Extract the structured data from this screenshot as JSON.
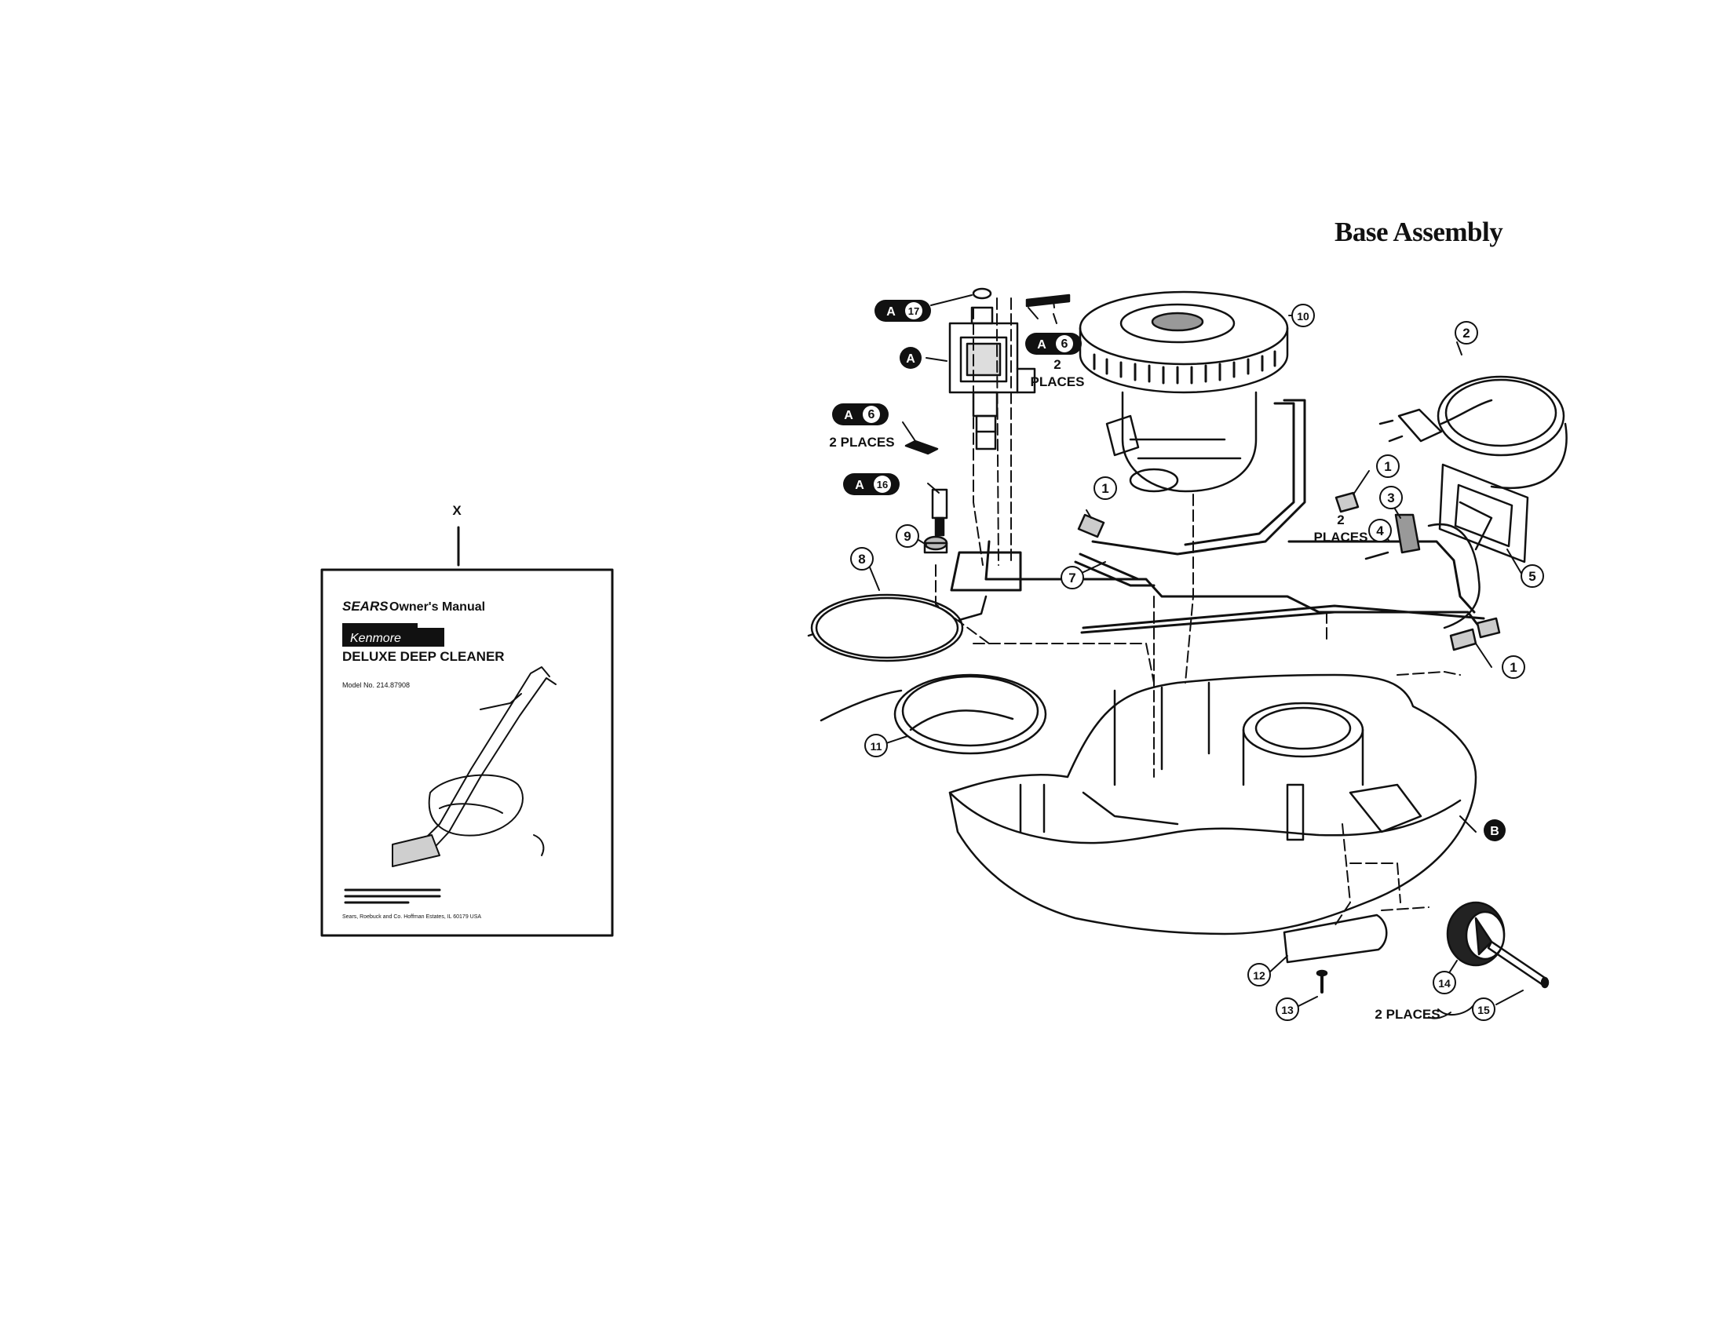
{
  "title": "Base Assembly",
  "manual_item": {
    "label": "X",
    "brand": "SEARS",
    "doc_title": "Owner's Manual",
    "logo": "Kenmore",
    "product": "DELUXE DEEP CLEANER",
    "model": "Model No. 214.87908",
    "address": "Sears, Roebuck and Co. Hoffman Estates, IL 60179 USA"
  },
  "callouts": [
    {
      "id": "c1a",
      "num": "1"
    },
    {
      "id": "c1b",
      "num": "1"
    },
    {
      "id": "c1c",
      "num": "1"
    },
    {
      "id": "c2",
      "num": "2"
    },
    {
      "id": "c3",
      "num": "3"
    },
    {
      "id": "c4",
      "num": "4"
    },
    {
      "id": "c5",
      "num": "5"
    },
    {
      "id": "c7",
      "num": "7"
    },
    {
      "id": "c8",
      "num": "8"
    },
    {
      "id": "c9",
      "num": "9"
    },
    {
      "id": "c10",
      "num": "10"
    },
    {
      "id": "c11",
      "num": "11"
    },
    {
      "id": "c12",
      "num": "12"
    },
    {
      "id": "c13",
      "num": "13"
    },
    {
      "id": "c14",
      "num": "14"
    },
    {
      "id": "c15",
      "num": "15"
    }
  ],
  "assembly_refs": [
    {
      "id": "a17",
      "letter": "A",
      "num": "17"
    },
    {
      "id": "a6a",
      "letter": "A",
      "num": "6"
    },
    {
      "id": "a6b",
      "letter": "A",
      "num": "6"
    },
    {
      "id": "a16",
      "letter": "A",
      "num": "16"
    }
  ],
  "section_refs": [
    {
      "id": "sA",
      "letter": "A"
    },
    {
      "id": "sB",
      "letter": "B"
    }
  ],
  "notes": {
    "two_places_a": "2",
    "places_a": "PLACES",
    "two_places_b": "2 PLACES",
    "two_places_c": "2",
    "places_c": "PLACES",
    "two_places_d": "2 PLACES"
  }
}
